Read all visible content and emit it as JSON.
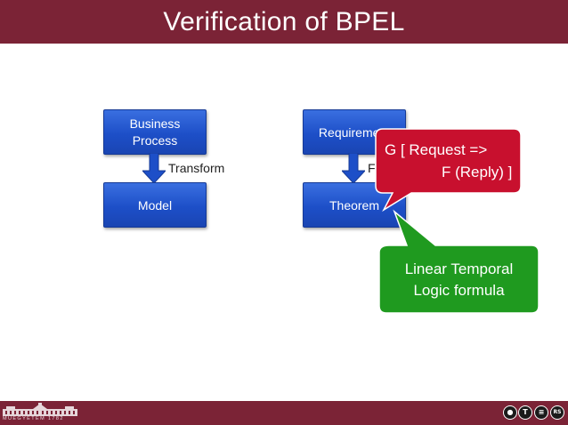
{
  "slide": {
    "title": "Verification of BPEL"
  },
  "diagram": {
    "left": {
      "top_box": "Business\nProcess",
      "arrow_label": "Transform",
      "bottom_box": "Model"
    },
    "right": {
      "top_box": "Requirement",
      "arrow_label": "F",
      "bottom_box": "Theorem"
    },
    "callout_red": {
      "line1": "G [ Request =>",
      "line2": "F (Reply) ]"
    },
    "callout_green": {
      "line1": "Linear Temporal",
      "line2": "Logic formula"
    }
  },
  "footer": {
    "university_text": "MŰEGYETEM 1782"
  },
  "colors": {
    "brand": "#7b2336",
    "box_blue": "#1d4fc8",
    "callout_red": "#c8102e",
    "callout_green": "#1f9a1f"
  }
}
